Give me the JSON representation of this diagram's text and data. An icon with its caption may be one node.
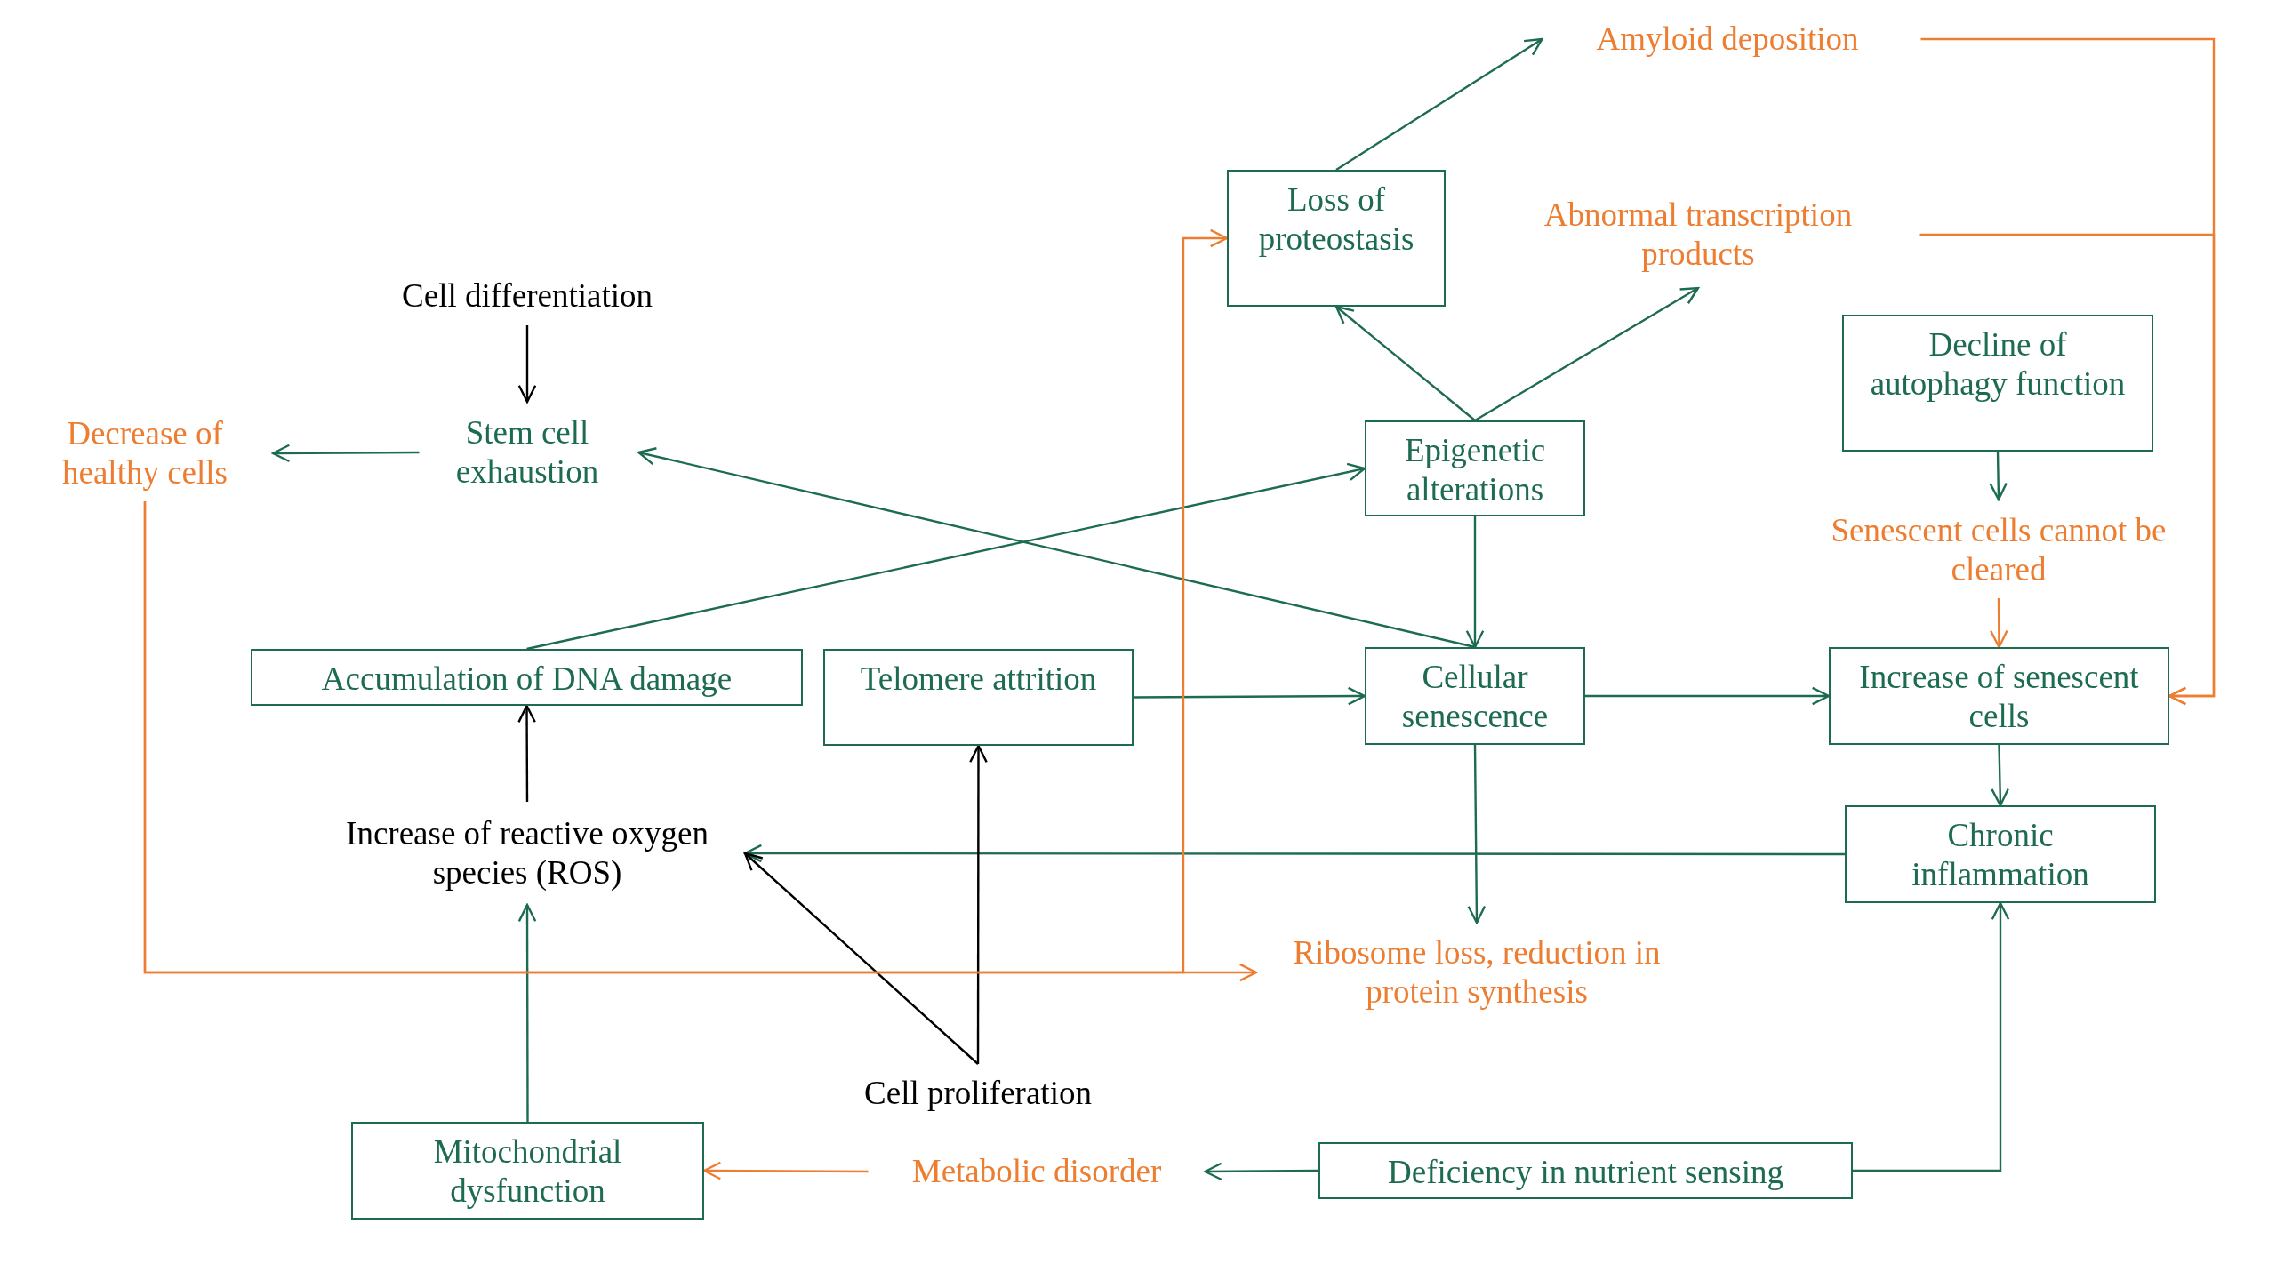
{
  "diagram": {
    "nodes": [
      {
        "text": [
          "Amyloid deposition"
        ]
      },
      {
        "text": [
          "Loss of proteostasis"
        ]
      },
      {
        "text": [
          "Abnormal transcription products"
        ]
      },
      {
        "text": [
          "Cell differentiation"
        ]
      },
      {
        "text": [
          "Decline of autophagy function"
        ]
      },
      {
        "text": [
          "Decrease of healthy cells"
        ]
      },
      {
        "text": [
          "Stem cell exhaustion"
        ]
      },
      {
        "text": [
          "Epigenetic alterations"
        ]
      },
      {
        "text": [
          "Senescent cells cannot be cleared"
        ]
      },
      {
        "text": [
          "Accumulation of DNA damage"
        ]
      },
      {
        "text": [
          "Telomere attrition"
        ]
      },
      {
        "text": [
          "Cellular senescence"
        ]
      },
      {
        "text": [
          "Increase of senescent cells"
        ]
      },
      {
        "text": [
          "Increase of reactive oxygen species (ROS)"
        ]
      },
      {
        "text": [
          "Chronic inflammation"
        ]
      },
      {
        "text": [
          "Ribosome loss, reduction in protein synthesis"
        ]
      },
      {
        "text": [
          "Cell proliferation"
        ]
      },
      {
        "text": [
          "Mitochondrial dysfunction"
        ]
      },
      {
        "text": [
          "Metabolic disorder"
        ]
      },
      {
        "text": [
          "Deficiency in nutrient sensing"
        ]
      }
    ],
    "edges": [
      {
        "from": 1,
        "to": 0,
        "arrow": "to"
      },
      {
        "from": 7,
        "to": 1,
        "arrow": "to"
      },
      {
        "from": 7,
        "to": 2,
        "arrow": "to"
      },
      {
        "from": 3,
        "to": 6,
        "arrow": "to",
        "color": "#000000"
      },
      {
        "from": 6,
        "to": 5,
        "arrow": "to"
      },
      {
        "from": 11,
        "to": 6,
        "arrow": "to"
      },
      {
        "from": 9,
        "to": 7,
        "arrow": "to"
      },
      {
        "from": 7,
        "to": 11,
        "arrow": "to"
      },
      {
        "from": 4,
        "to": 8,
        "arrow": "to"
      },
      {
        "from": 8,
        "to": 12,
        "arrow": "to",
        "color": "#ed7d31"
      },
      {
        "from": 10,
        "to": 11,
        "arrow": "to"
      },
      {
        "from": 11,
        "to": 12,
        "arrow": "to"
      },
      {
        "from": 12,
        "to": 14,
        "arrow": "to"
      },
      {
        "from": 14,
        "to": 13,
        "arrow": "to"
      },
      {
        "from": 13,
        "to": 9,
        "arrow": "to",
        "color": "#000000"
      },
      {
        "from": 11,
        "to": 15,
        "arrow": "to"
      },
      {
        "from": 16,
        "to": 10,
        "arrow": "to",
        "color": "#000000"
      },
      {
        "from": 16,
        "to": 13,
        "arrow": "to",
        "color": "#000000"
      },
      {
        "from": 17,
        "to": 13,
        "arrow": "to"
      },
      {
        "from": 18,
        "to": 17,
        "arrow": "to",
        "color": "#ed7d31"
      },
      {
        "from": 19,
        "to": 18,
        "arrow": "to"
      },
      {
        "from": 19,
        "to": 14,
        "arrow": "to"
      },
      {
        "from": 5,
        "to": 15,
        "arrow": "to",
        "color": "#ed7d31"
      },
      {
        "from": 5,
        "to": 1,
        "arrow": "to",
        "color": "#ed7d31"
      },
      {
        "from": 0,
        "to": 12,
        "arrow": "to",
        "color": "#ed7d31"
      },
      {
        "from": 2,
        "to": 12,
        "arrow": "to",
        "color": "#ed7d31"
      }
    ]
  }
}
